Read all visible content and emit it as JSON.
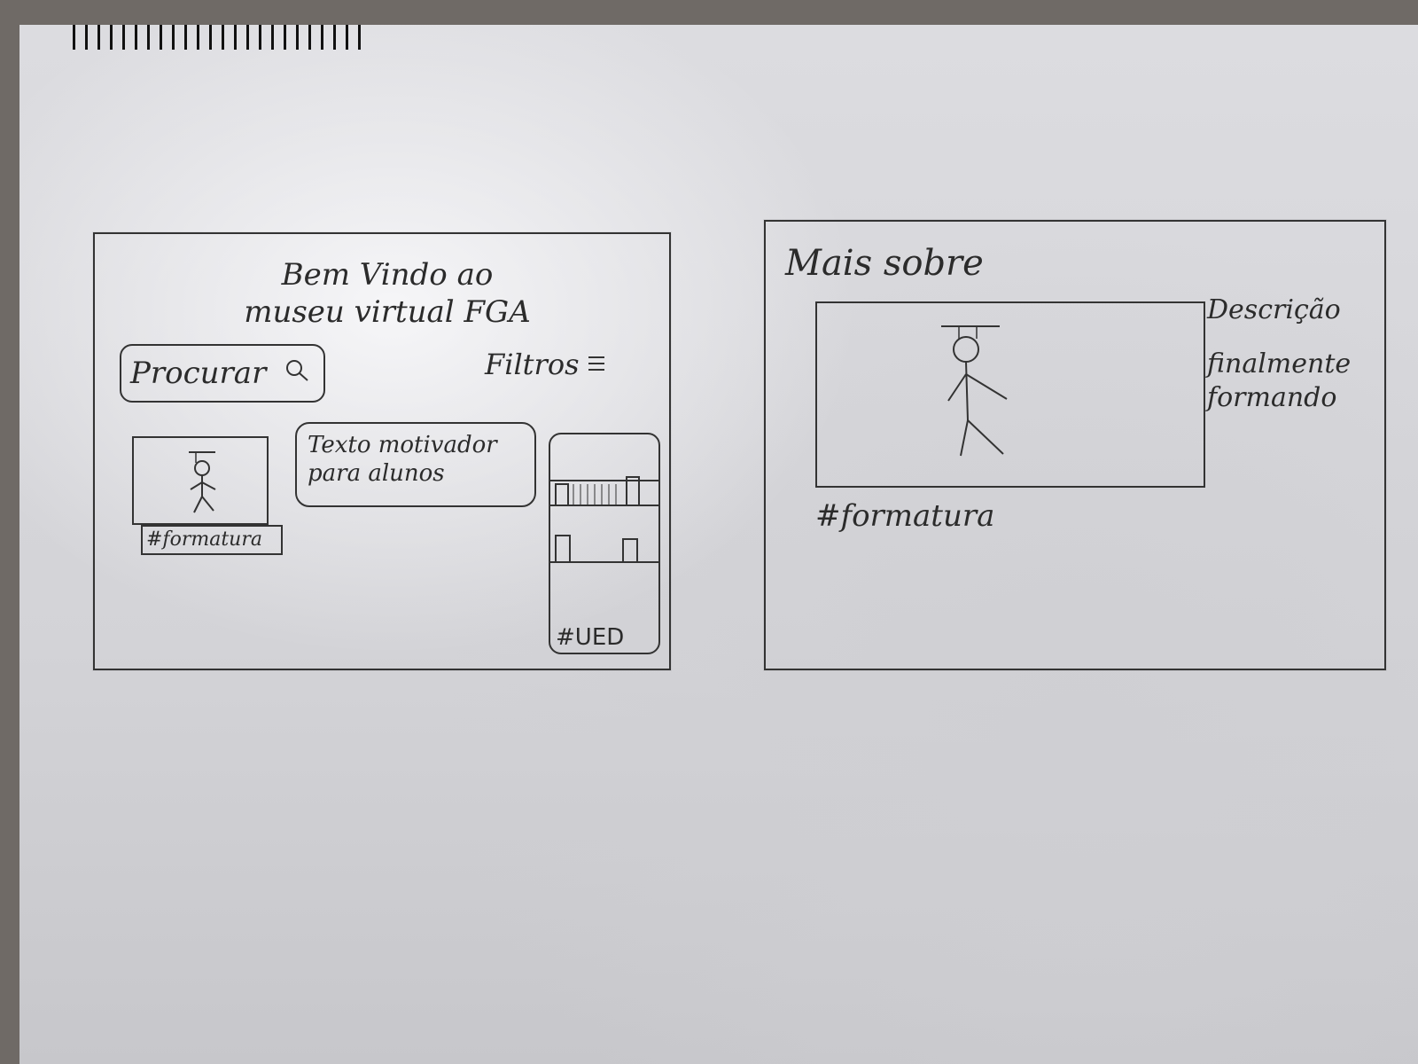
{
  "home": {
    "welcome": "Bem Vindo ao museu virtual FGA",
    "search_label": "Procurar",
    "search_icon": "search-icon",
    "filters_label": "Filtros",
    "filters_icon": "menu-icon",
    "graduation_tag": "#formatura",
    "motivation_text": "Texto motivador para alunos",
    "ued_tag": "#UED"
  },
  "detail": {
    "title": "Mais sobre",
    "description_title": "Descrição",
    "description_text": "finalmente formando",
    "tag": "#formatura"
  }
}
